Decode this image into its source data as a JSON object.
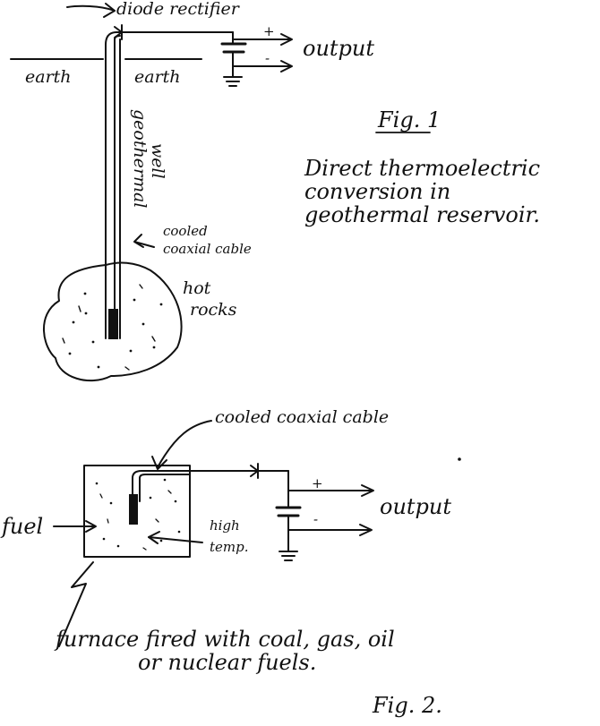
{
  "fig1": {
    "rectifier_label": "diode rectifier",
    "polarity_plus": "+",
    "polarity_minus": "-",
    "output_label": "output",
    "earth_left": "earth",
    "earth_right": "earth",
    "well_label_line1": "geothermal",
    "well_label_line2": "well",
    "cable_label_line1": "cooled",
    "cable_label_line2": "coaxial cable",
    "hot_rocks_line1": "hot",
    "hot_rocks_line2": "rocks",
    "figure_number": "Fig. 1",
    "caption_line1": "Direct thermoelectric",
    "caption_line2": "conversion in",
    "caption_line3": "geothermal reservoir."
  },
  "fig2": {
    "cable_label": "cooled coaxial cable",
    "polarity_plus": "+",
    "polarity_minus": "-",
    "output_label": "output",
    "fuel_label": "fuel",
    "high_temp_line1": "high",
    "high_temp_line2": "temp.",
    "caption_line1": "furnace fired with coal, gas, oil",
    "caption_line2": "or nuclear fuels.",
    "figure_number": "Fig. 2."
  },
  "colors": {
    "ink": "#111111",
    "paper": "#ffffff"
  }
}
